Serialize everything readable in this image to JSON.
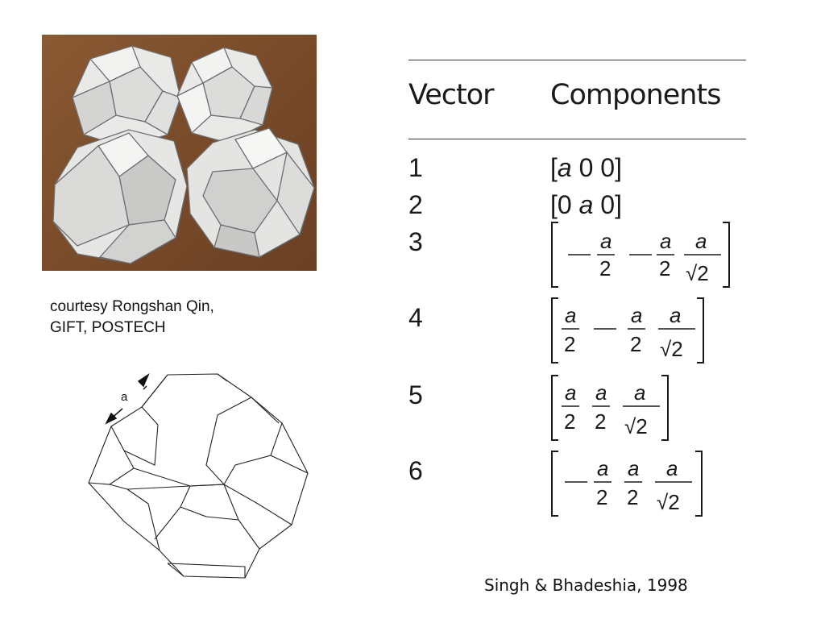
{
  "photo": {
    "credit_line1": "courtesy Rongshan Qin,",
    "credit_line2": "GIFT, POSTECH"
  },
  "drawing": {
    "edge_label": "a"
  },
  "table": {
    "headers": {
      "vector": "Vector",
      "components": "Components"
    },
    "rows": [
      {
        "vector": "1",
        "components": [
          "a",
          "0",
          "0"
        ]
      },
      {
        "vector": "2",
        "components": [
          "0",
          "a",
          "0"
        ]
      },
      {
        "vector": "3",
        "components": [
          "-a/2",
          "-a/2",
          "a/√2"
        ]
      },
      {
        "vector": "4",
        "components": [
          "a/2",
          "-a/2",
          "a/√2"
        ]
      },
      {
        "vector": "5",
        "components": [
          "a/2",
          "a/2",
          "a/√2"
        ]
      },
      {
        "vector": "6",
        "components": [
          "-a/2",
          "a/2",
          "a/√2"
        ]
      }
    ]
  },
  "citation": "Singh & Bhadeshia, 1998",
  "colors": {
    "background": "#ffffff",
    "photo_table": "#7a4c2a",
    "paper": "#e8e8e6"
  }
}
